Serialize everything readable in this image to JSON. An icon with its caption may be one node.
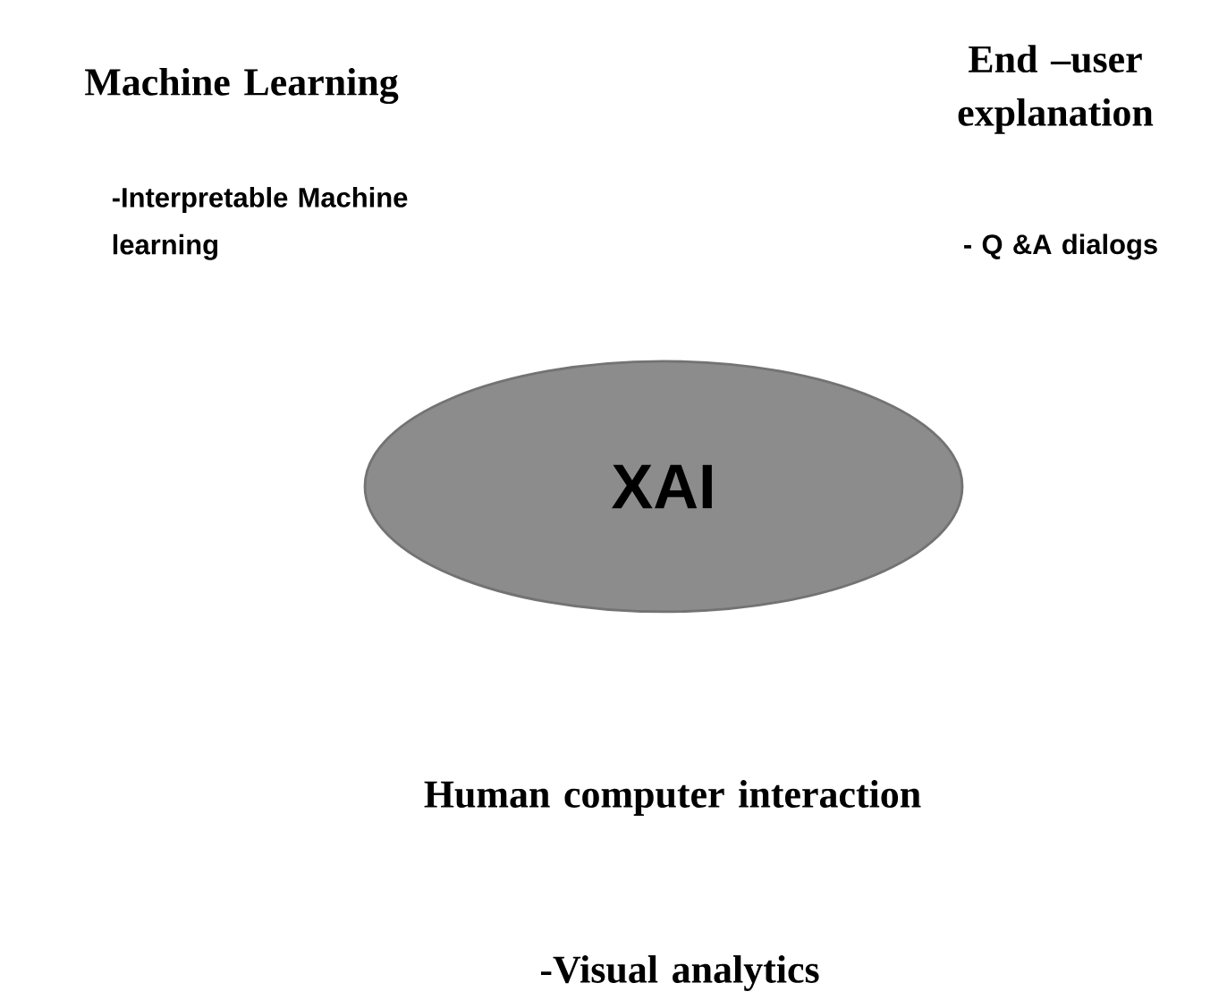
{
  "diagram": {
    "nodes": [
      {
        "text": [
          "XAI"
        ]
      }
    ],
    "labels": [
      "Machine Learning",
      "-Interpretable Machine learning",
      "End –user explanation",
      "- Q &A dialogs",
      "Human computer interaction",
      "-Visual analytics"
    ]
  }
}
